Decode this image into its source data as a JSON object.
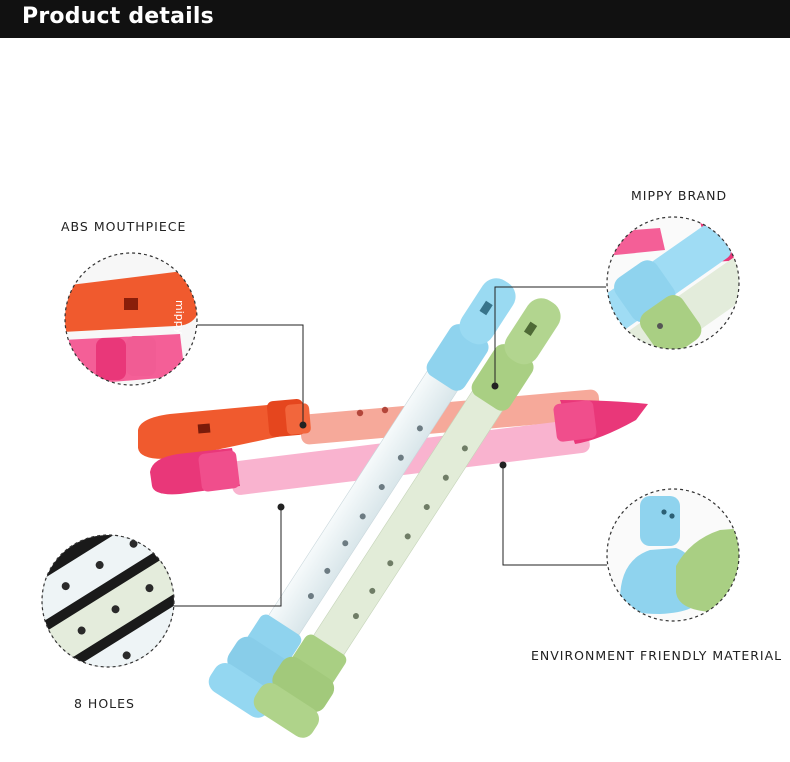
{
  "header": {
    "title": "Product details"
  },
  "callouts": {
    "abs_mouthpiece": "ABS MOUTHPIECE",
    "mippy_brand": "MIPPY BRAND",
    "eight_holes": "8 HOLES",
    "environment_material": "ENVIRONMENT FRIENDLY MATERIAL"
  },
  "brand_mark": "mippy",
  "colors": {
    "header_bg": "#111111",
    "orange": "#f05a2e",
    "pink": "#f76a9a",
    "blue": "#8fd3ee",
    "green": "#a9cf83",
    "body_white": "#e9f1f4"
  }
}
